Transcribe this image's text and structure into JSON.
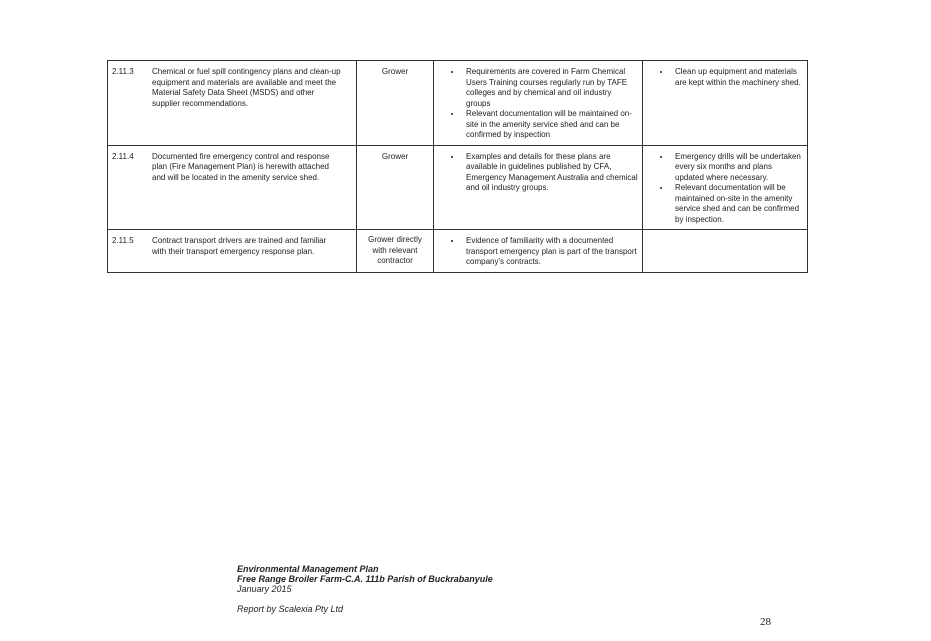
{
  "rows": [
    {
      "id": "2.11.3",
      "requirement": "Chemical or fuel spill contingency plans and clean-up equipment and materials are available and meet the Material Safety Data Sheet (MSDS) and other supplier recommendations.",
      "responsibility": "Grower",
      "notes": [
        "Requirements are covered in Farm Chemical Users Training courses regularly run by TAFE colleges and by chemical and oil industry groups",
        "Relevant documentation will be maintained on-site in the amenity service shed and can be confirmed by inspection"
      ],
      "actions": [
        "Clean up equipment and materials are kept within the machinery shed."
      ]
    },
    {
      "id": "2.11.4",
      "requirement": "Documented fire emergency control and response plan (Fire Management Plan) is herewith attached and will be located in the amenity service shed.",
      "responsibility": "Grower",
      "notes": [
        "Examples and details for these plans are available in guidelines published by CFA, Emergency Management Australia and chemical and oil industry groups."
      ],
      "actions": [
        "Emergency drills will be undertaken every six months and plans updated where necessary.",
        "Relevant documentation will be maintained on-site in the amenity service shed and can be confirmed by inspection."
      ]
    },
    {
      "id": "2.11.5",
      "requirement": "Contract transport drivers are trained and familiar with their transport emergency response plan.",
      "responsibility": "Grower directly with relevant contractor",
      "notes": [
        "Evidence of familiarity with a documented transport emergency plan is part of the transport company's contracts."
      ],
      "actions": []
    }
  ],
  "footer": {
    "line1": "Environmental Management Plan",
    "line2": "Free Range Broiler Farm-C.A. 111b Parish of Buckrabanyule",
    "line3": "January 2015",
    "line4": "Report by Scalexia Pty Ltd"
  },
  "page_number": "28"
}
